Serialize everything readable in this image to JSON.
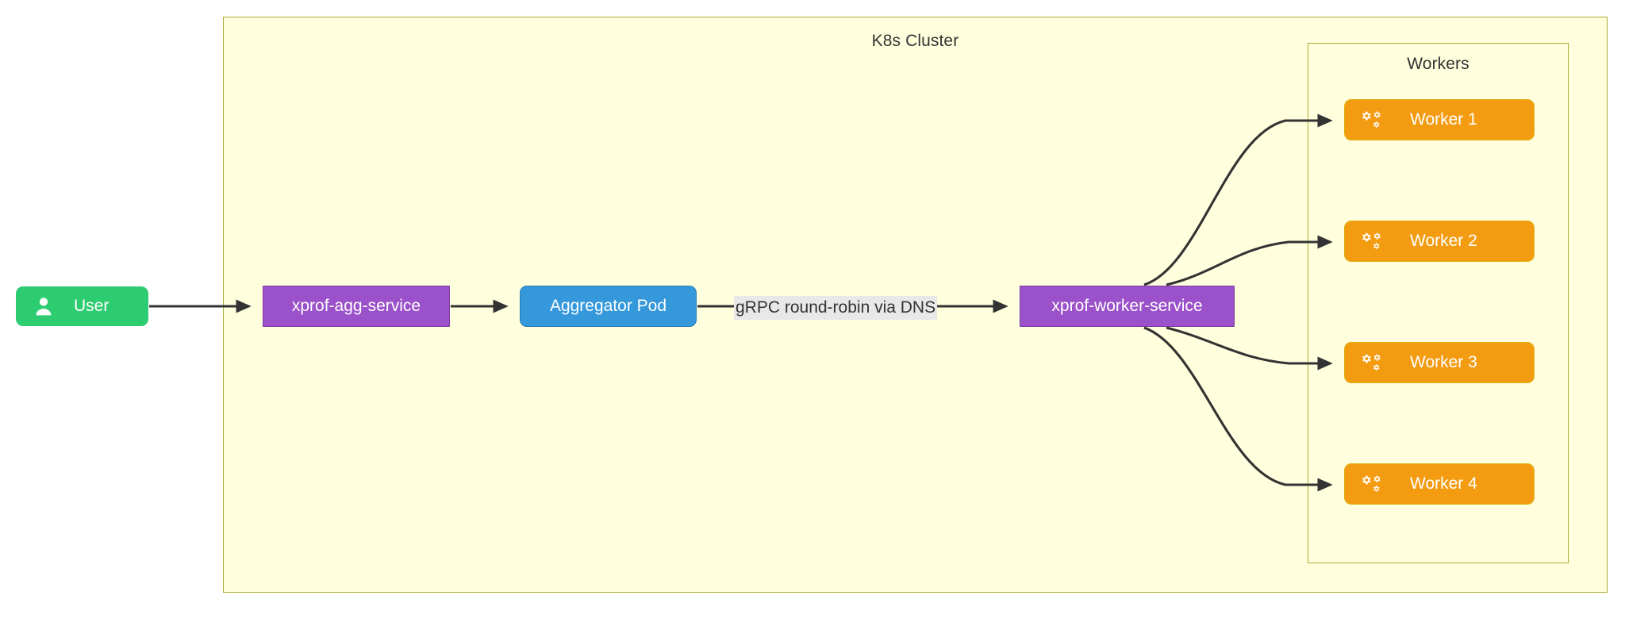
{
  "diagram": {
    "type": "flowchart",
    "direction": "left-to-right",
    "background": "#ffffff"
  },
  "clusters": [
    {
      "id": "k8s",
      "label": "K8s Cluster",
      "fill": "#ffffde",
      "stroke": "#aaaa33"
    },
    {
      "id": "workers",
      "label": "Workers",
      "fill": "#ffffde",
      "stroke": "#aaaa33"
    }
  ],
  "nodes": {
    "user": {
      "label": "User",
      "icon": "user-icon",
      "fill": "#2ecc71",
      "text_color": "#ffffff",
      "shape": "rounded"
    },
    "agg_service": {
      "label": "xprof-agg-service",
      "fill": "#9b51c9",
      "stroke": "#7a3aa3",
      "text_color": "#ffffff",
      "shape": "rect"
    },
    "aggregator_pod": {
      "label": "Aggregator Pod",
      "fill": "#3498db",
      "stroke": "#2a7fb8",
      "text_color": "#ffffff",
      "shape": "rounded"
    },
    "worker_service": {
      "label": "xprof-worker-service",
      "fill": "#9b51c9",
      "stroke": "#7a3aa3",
      "text_color": "#ffffff",
      "shape": "rect"
    },
    "workers": [
      {
        "label": "Worker 1",
        "icon": "cogs-icon",
        "fill": "#f39c12",
        "stroke": "#e0b010",
        "text_color": "#ffffff",
        "shape": "rounded"
      },
      {
        "label": "Worker 2",
        "icon": "cogs-icon",
        "fill": "#f39c12",
        "stroke": "#e0b010",
        "text_color": "#ffffff",
        "shape": "rounded"
      },
      {
        "label": "Worker 3",
        "icon": "cogs-icon",
        "fill": "#f39c12",
        "stroke": "#e0b010",
        "text_color": "#ffffff",
        "shape": "rounded"
      },
      {
        "label": "Worker 4",
        "icon": "cogs-icon",
        "fill": "#f39c12",
        "stroke": "#e0b010",
        "text_color": "#ffffff",
        "shape": "rounded"
      }
    ]
  },
  "edges": [
    {
      "from": "user",
      "to": "agg_service",
      "label": ""
    },
    {
      "from": "agg_service",
      "to": "aggregator_pod",
      "label": ""
    },
    {
      "from": "aggregator_pod",
      "to": "worker_service",
      "label": "gRPC round-robin via DNS",
      "label_bg": "#e8e8e8"
    },
    {
      "from": "worker_service",
      "to": "worker_1",
      "label": ""
    },
    {
      "from": "worker_service",
      "to": "worker_2",
      "label": ""
    },
    {
      "from": "worker_service",
      "to": "worker_3",
      "label": ""
    },
    {
      "from": "worker_service",
      "to": "worker_4",
      "label": ""
    }
  ],
  "edge_style": {
    "stroke": "#333333",
    "width": 3,
    "arrowhead": "filled-triangle"
  }
}
